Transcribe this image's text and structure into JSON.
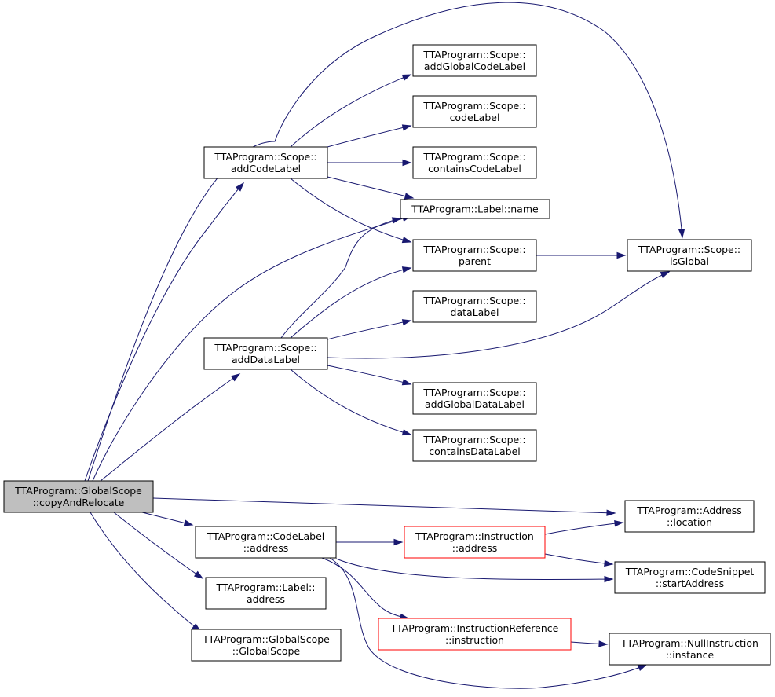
{
  "nodes": [
    {
      "id": "copyAndRelocate",
      "lines": [
        "TTAProgram::GlobalScope",
        "::copyAndRelocate"
      ],
      "style": "root"
    },
    {
      "id": "addCodeLabel",
      "lines": [
        "TTAProgram::Scope::",
        "addCodeLabel"
      ],
      "style": "normal"
    },
    {
      "id": "addDataLabel",
      "lines": [
        "TTAProgram::Scope::",
        "addDataLabel"
      ],
      "style": "normal"
    },
    {
      "id": "codeLabelAddress",
      "lines": [
        "TTAProgram::CodeLabel",
        "::address"
      ],
      "style": "normal"
    },
    {
      "id": "labelAddress",
      "lines": [
        "TTAProgram::Label::",
        "address"
      ],
      "style": "normal"
    },
    {
      "id": "globalScopeCtor",
      "lines": [
        "TTAProgram::GlobalScope",
        "::GlobalScope"
      ],
      "style": "normal"
    },
    {
      "id": "addGlobalCodeLabel",
      "lines": [
        "TTAProgram::Scope::",
        "addGlobalCodeLabel"
      ],
      "style": "normal"
    },
    {
      "id": "codeLabel",
      "lines": [
        "TTAProgram::Scope::",
        "codeLabel"
      ],
      "style": "normal"
    },
    {
      "id": "containsCodeLabel",
      "lines": [
        "TTAProgram::Scope::",
        "containsCodeLabel"
      ],
      "style": "normal"
    },
    {
      "id": "labelName",
      "lines": [
        "TTAProgram::Label::name"
      ],
      "style": "normal"
    },
    {
      "id": "parent",
      "lines": [
        "TTAProgram::Scope::",
        "parent"
      ],
      "style": "normal"
    },
    {
      "id": "dataLabel",
      "lines": [
        "TTAProgram::Scope::",
        "dataLabel"
      ],
      "style": "normal"
    },
    {
      "id": "addGlobalDataLabel",
      "lines": [
        "TTAProgram::Scope::",
        "addGlobalDataLabel"
      ],
      "style": "normal"
    },
    {
      "id": "containsDataLabel",
      "lines": [
        "TTAProgram::Scope::",
        "containsDataLabel"
      ],
      "style": "normal"
    },
    {
      "id": "isGlobal",
      "lines": [
        "TTAProgram::Scope::",
        "isGlobal"
      ],
      "style": "normal"
    },
    {
      "id": "addressLocation",
      "lines": [
        "TTAProgram::Address",
        "::location"
      ],
      "style": "normal"
    },
    {
      "id": "instructionAddress",
      "lines": [
        "TTAProgram::Instruction",
        "::address"
      ],
      "style": "red"
    },
    {
      "id": "startAddress",
      "lines": [
        "TTAProgram::CodeSnippet",
        "::startAddress"
      ],
      "style": "normal"
    },
    {
      "id": "instructionRef",
      "lines": [
        "TTAProgram::InstructionReference",
        "::instruction"
      ],
      "style": "red"
    },
    {
      "id": "nullInstance",
      "lines": [
        "TTAProgram::NullInstruction",
        "::instance"
      ],
      "style": "normal"
    }
  ],
  "edges": [
    [
      "copyAndRelocate",
      "addCodeLabel"
    ],
    [
      "copyAndRelocate",
      "addDataLabel"
    ],
    [
      "copyAndRelocate",
      "labelName"
    ],
    [
      "copyAndRelocate",
      "isGlobal"
    ],
    [
      "copyAndRelocate",
      "addressLocation"
    ],
    [
      "copyAndRelocate",
      "codeLabelAddress"
    ],
    [
      "copyAndRelocate",
      "labelAddress"
    ],
    [
      "copyAndRelocate",
      "globalScopeCtor"
    ],
    [
      "addCodeLabel",
      "addGlobalCodeLabel"
    ],
    [
      "addCodeLabel",
      "codeLabel"
    ],
    [
      "addCodeLabel",
      "containsCodeLabel"
    ],
    [
      "addCodeLabel",
      "labelName"
    ],
    [
      "addCodeLabel",
      "parent"
    ],
    [
      "addDataLabel",
      "labelName"
    ],
    [
      "addDataLabel",
      "parent"
    ],
    [
      "addDataLabel",
      "dataLabel"
    ],
    [
      "addDataLabel",
      "isGlobal"
    ],
    [
      "addDataLabel",
      "addGlobalDataLabel"
    ],
    [
      "addDataLabel",
      "containsDataLabel"
    ],
    [
      "parent",
      "isGlobal"
    ],
    [
      "codeLabelAddress",
      "instructionAddress"
    ],
    [
      "codeLabelAddress",
      "startAddress"
    ],
    [
      "codeLabelAddress",
      "instructionRef"
    ],
    [
      "codeLabelAddress",
      "nullInstance"
    ],
    [
      "instructionAddress",
      "addressLocation"
    ],
    [
      "instructionAddress",
      "startAddress"
    ],
    [
      "instructionRef",
      "nullInstance"
    ]
  ]
}
